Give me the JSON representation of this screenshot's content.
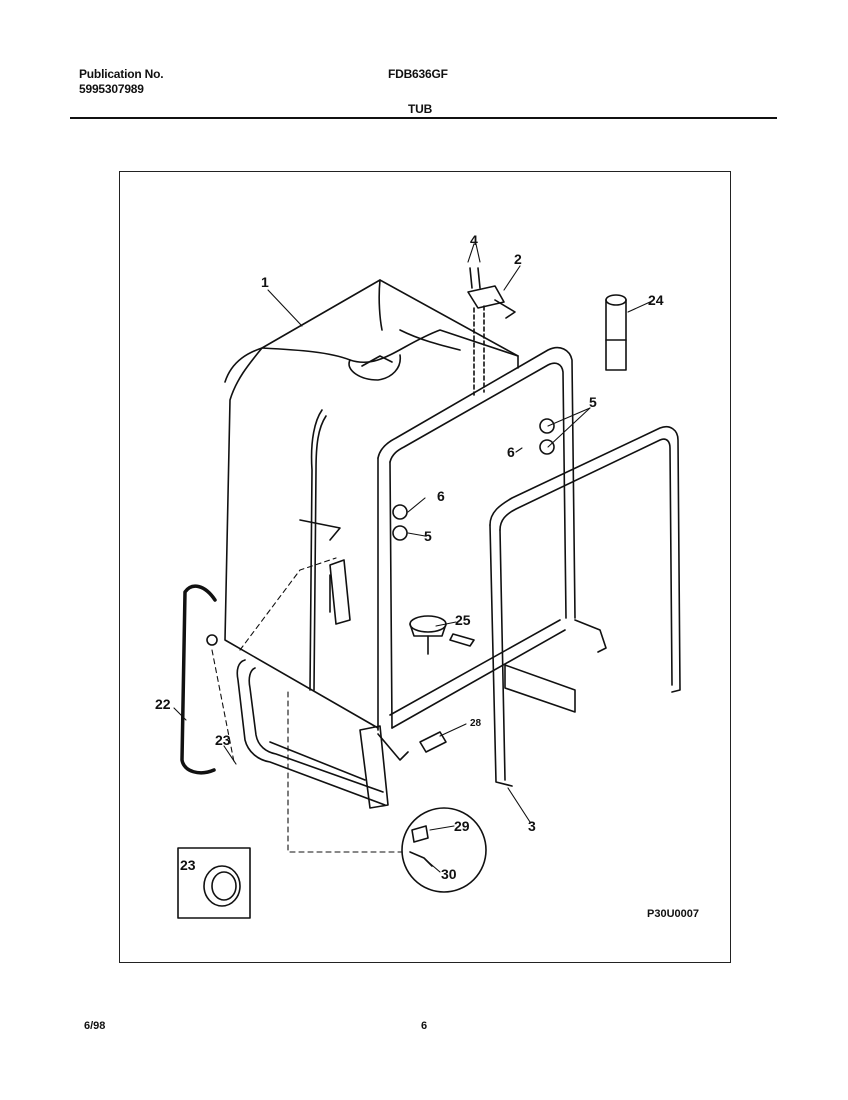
{
  "header": {
    "publication_label": "Publication No.",
    "publication_number": "5995307989",
    "model": "FDB636GF",
    "section_title": "TUB"
  },
  "diagram": {
    "code": "P30U0007",
    "callouts": {
      "c1": "1",
      "c2": "2",
      "c3": "3",
      "c4": "4",
      "c5a": "5",
      "c5b": "5",
      "c6a": "6",
      "c6b": "6",
      "c22": "22",
      "c23a": "23",
      "c23b": "23",
      "c24": "24",
      "c25": "25",
      "c28": "28",
      "c29": "29",
      "c30": "30"
    }
  },
  "footer": {
    "date": "6/98",
    "page": "6"
  }
}
